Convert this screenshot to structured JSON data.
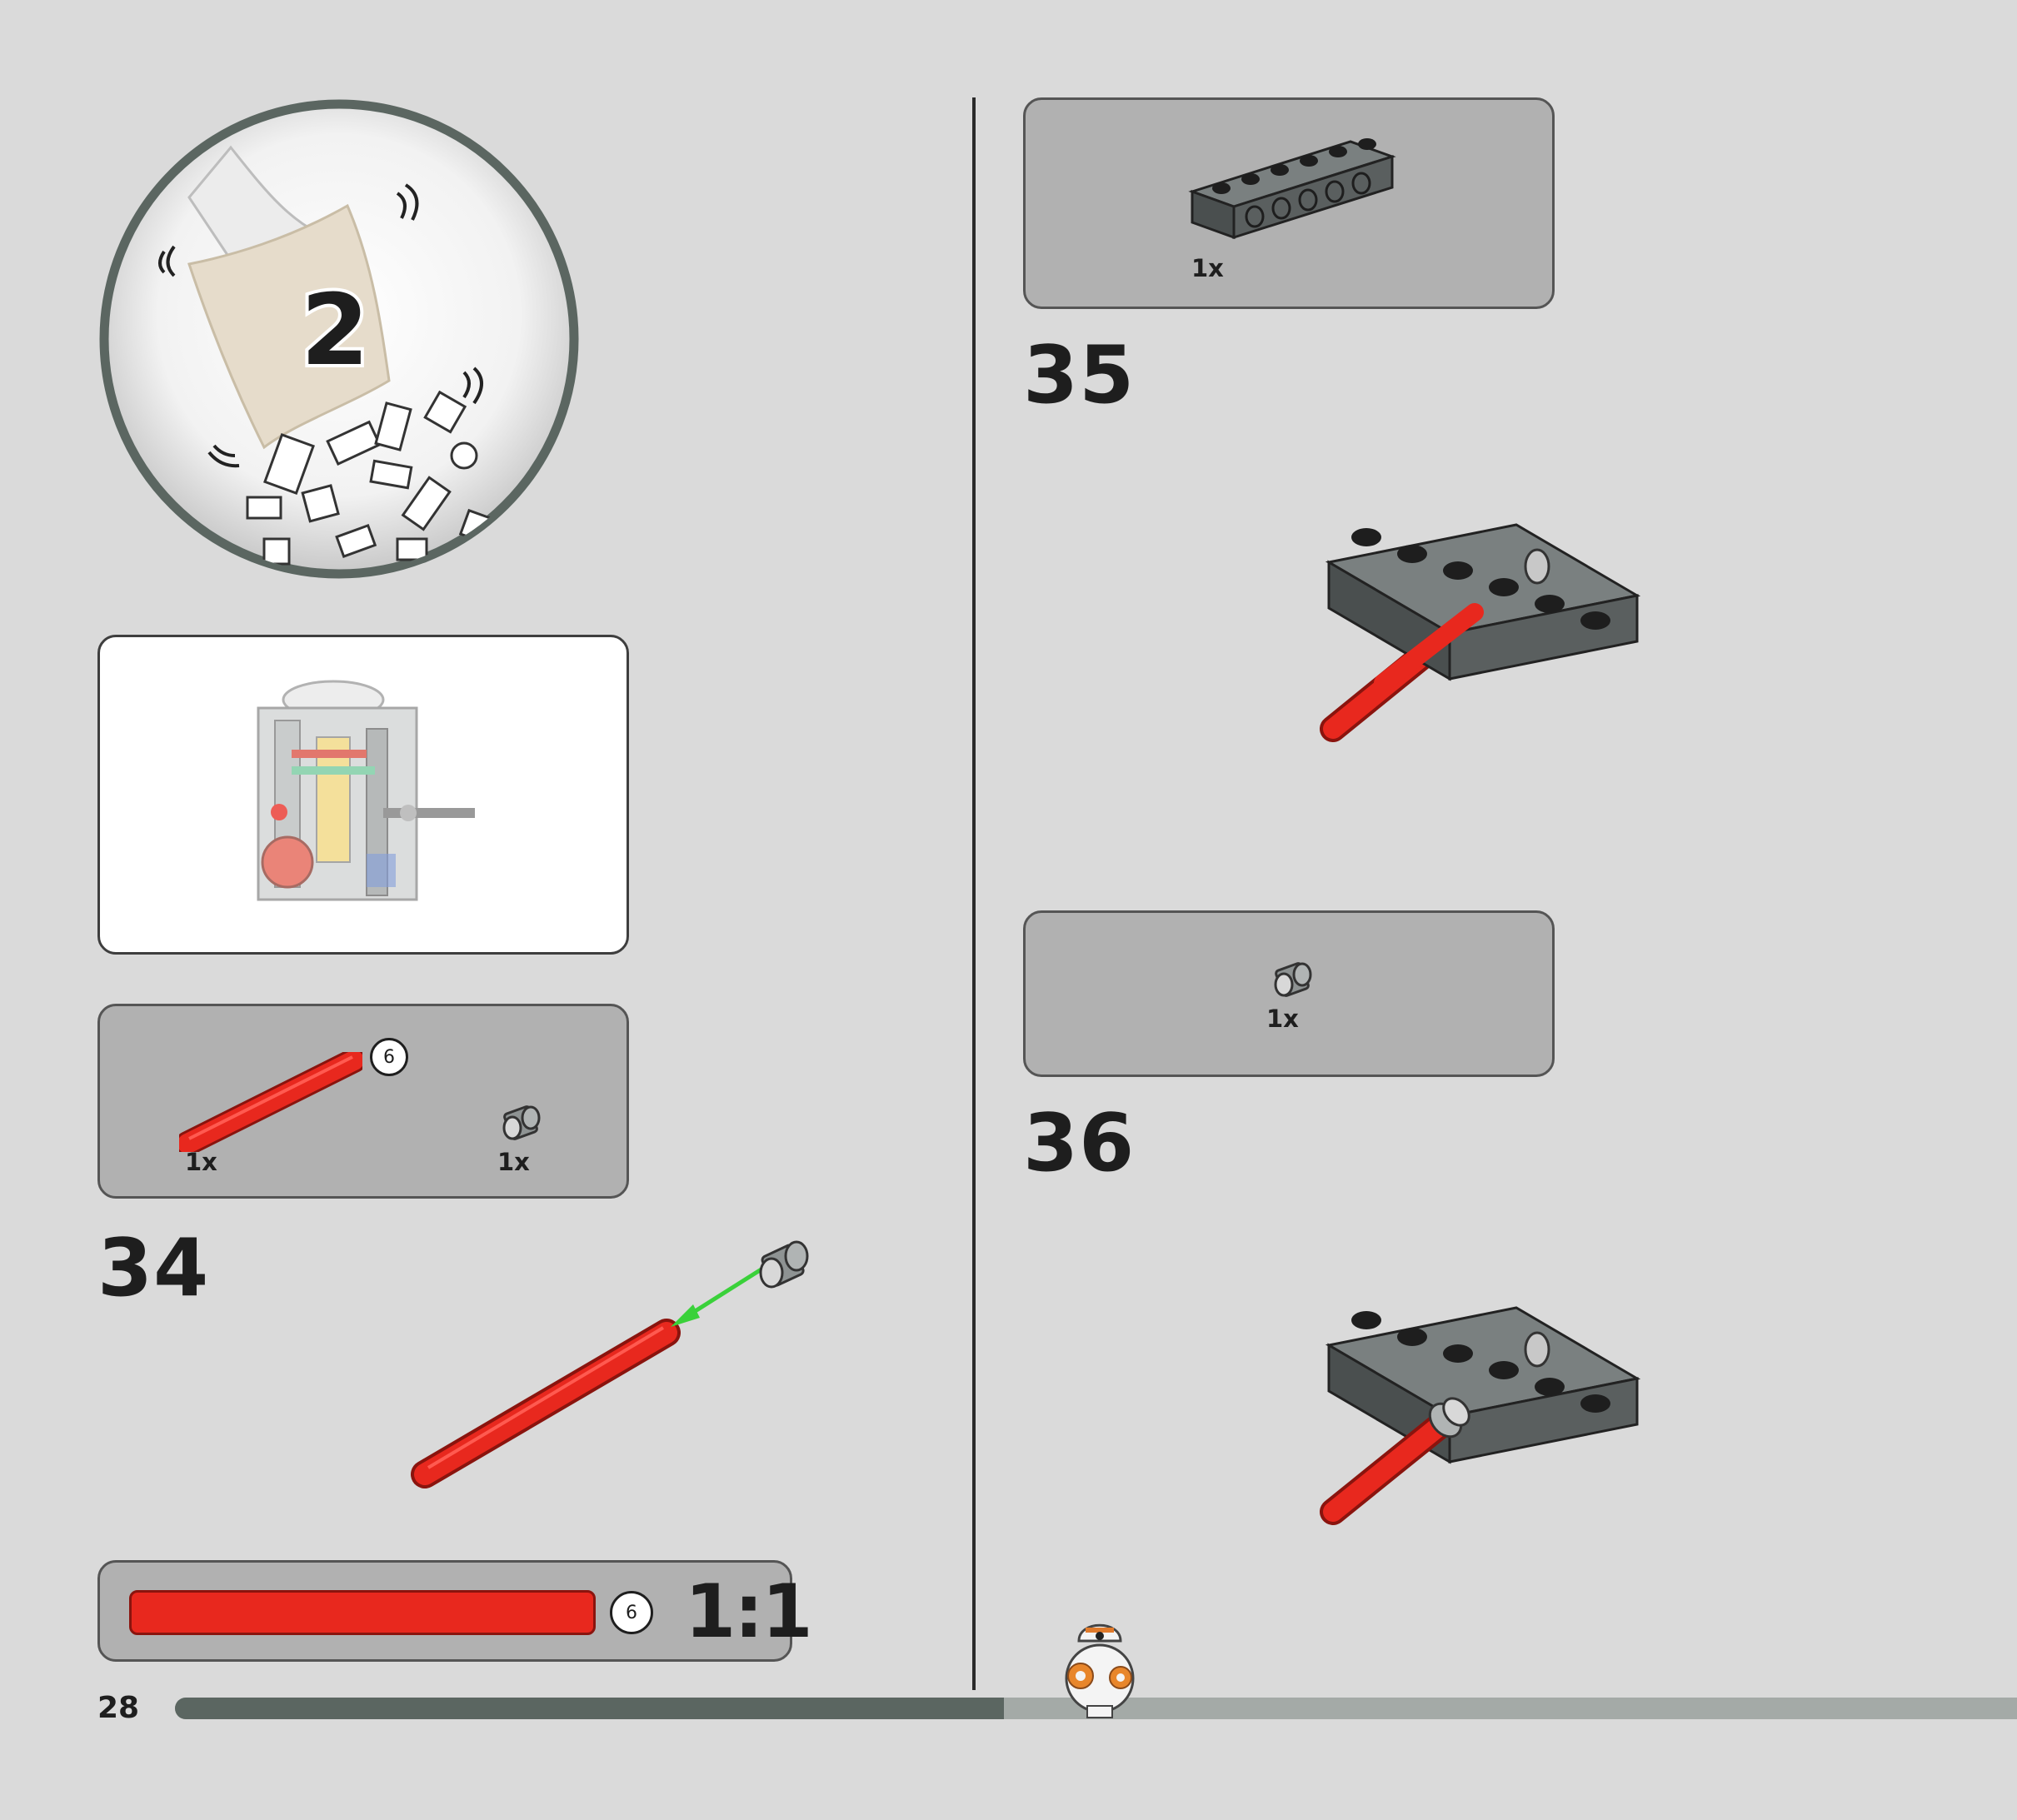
{
  "page": {
    "number": "28",
    "progress": 0.45
  },
  "bag": {
    "number": "2",
    "icon": "bag-open-icon"
  },
  "steps": [
    {
      "number": "34",
      "parts": [
        {
          "qty": "1x",
          "name": "axle-6-red",
          "badge": "6"
        },
        {
          "qty": "1x",
          "name": "bush-grey"
        }
      ]
    },
    {
      "number": "35",
      "parts": [
        {
          "qty": "1x",
          "name": "technic-brick-1x6-dark-grey"
        }
      ]
    },
    {
      "number": "36",
      "parts": [
        {
          "qty": "1x",
          "name": "bush-grey"
        }
      ]
    }
  ],
  "scale_reference": {
    "label": "1:1",
    "badge": "6",
    "color": "#e8281e"
  },
  "colors": {
    "background": "#dadada",
    "parts_box": "#b1b1b1",
    "axle_red": "#e8281e",
    "brick_grey": "#5a5f5f",
    "progress_dark": "#5b6661",
    "progress_light": "#a4aaa7"
  },
  "mascot": {
    "icon": "bb8-droid-icon"
  }
}
